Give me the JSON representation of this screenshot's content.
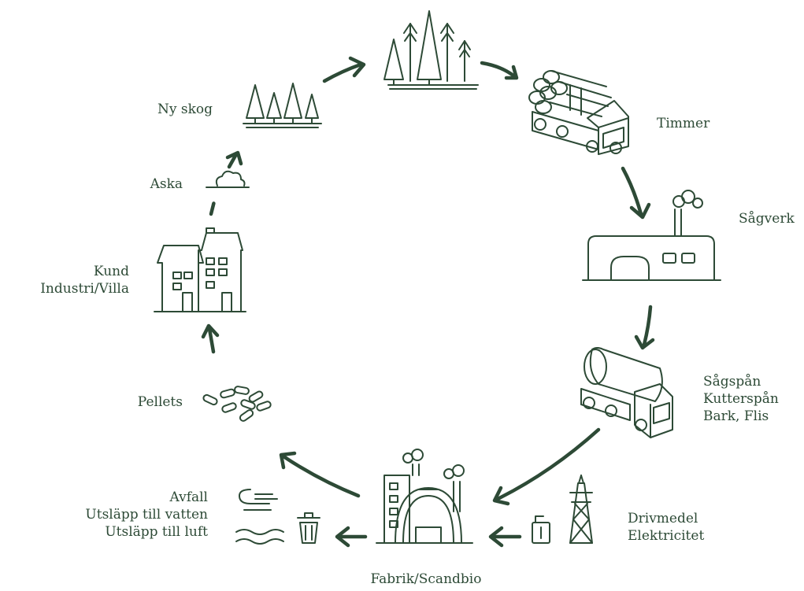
{
  "nodes": {
    "ny_skog": "Ny skog",
    "timmer": "Timmer",
    "sagverk": "Sågverk",
    "biprodukter": [
      "Sågspån",
      "Kutterspån",
      "Bark, Flis"
    ],
    "drivmedel": [
      "Drivmedel",
      "Elektricitet"
    ],
    "fabrik": "Fabrik/Scandbio",
    "avfall": [
      "Avfall",
      "Utsläpp till vatten",
      "Utsläpp till luft"
    ],
    "pellets": "Pellets",
    "kund": [
      "Kund",
      "Industri/Villa"
    ],
    "aska": "Aska"
  },
  "colors": {
    "primary": "#2d4a36",
    "background": "#ffffff"
  },
  "icons": [
    "forest-icon",
    "young-forest-icon",
    "log-truck-icon",
    "sawmill-icon",
    "tanker-truck-icon",
    "power-pylon-icon",
    "fuel-can-icon",
    "factory-icon",
    "wind-icon",
    "water-icon",
    "trash-bin-icon",
    "pellets-icon",
    "houses-icon",
    "ash-cloud-icon"
  ]
}
